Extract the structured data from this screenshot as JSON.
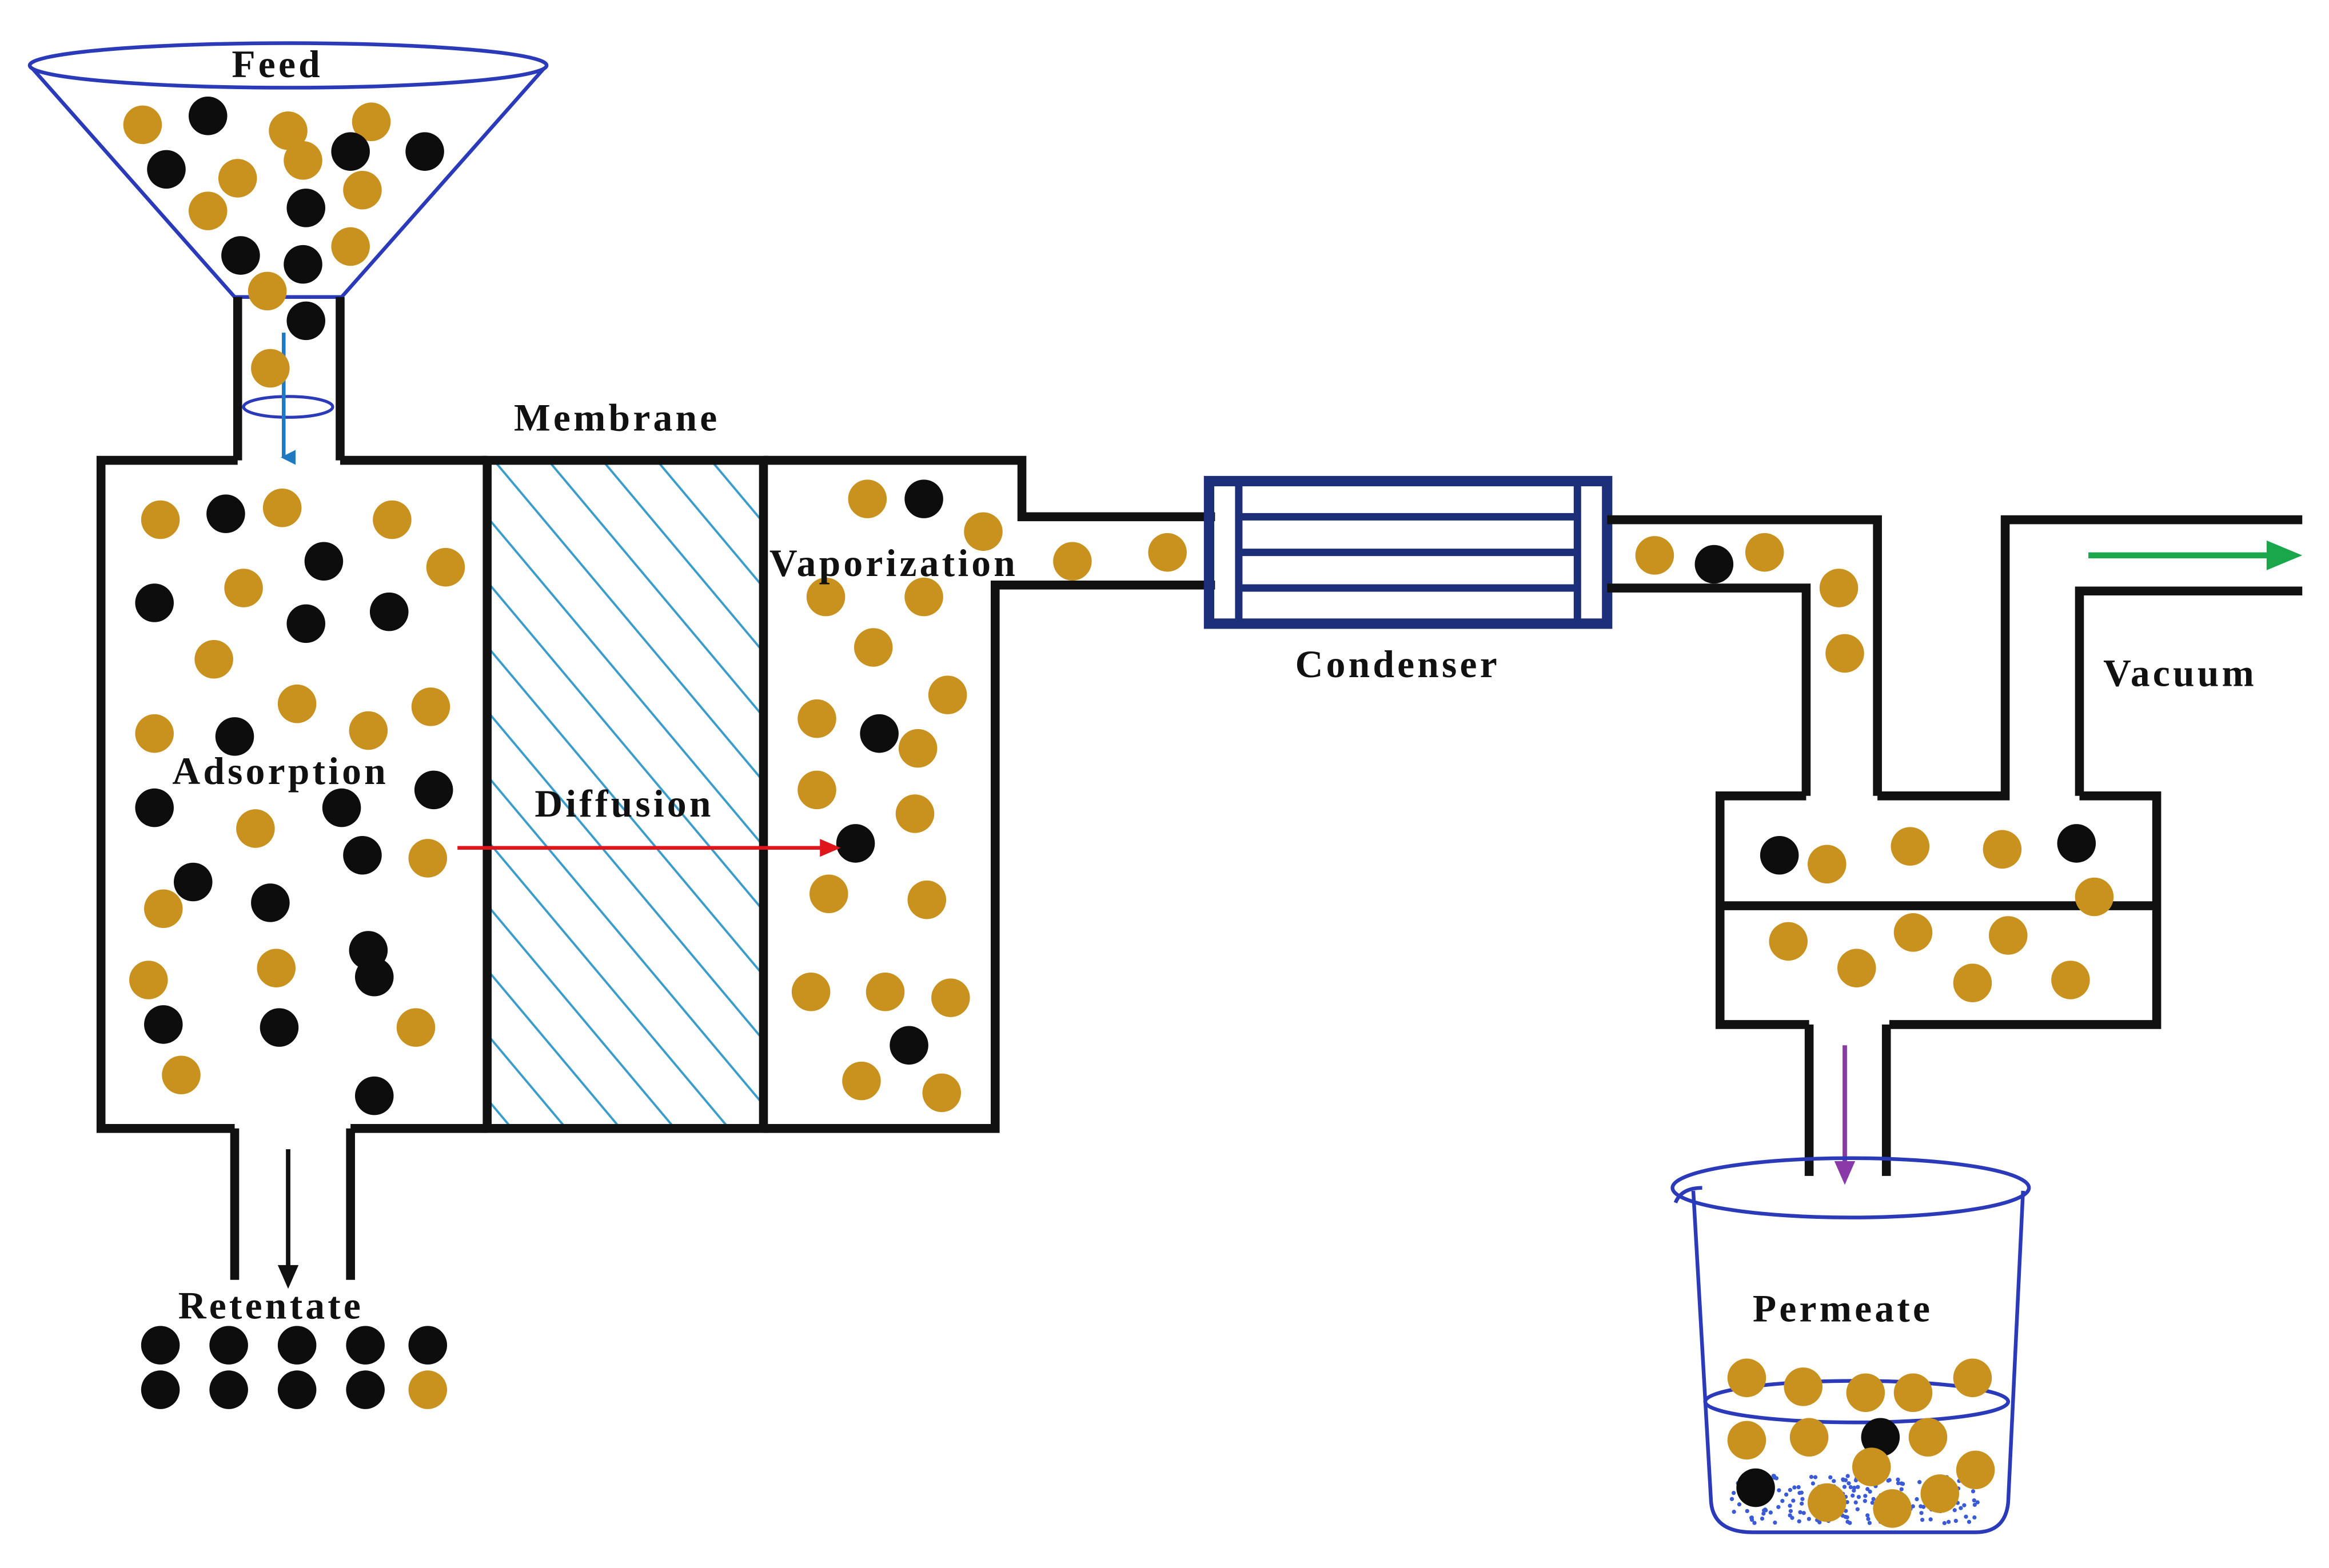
{
  "labels": {
    "feed": "Feed",
    "membrane": "Membrane",
    "vaporization": "Vaporization",
    "condenser": "Condenser",
    "vacuum": "Vacuum",
    "adsorption": "Adsorption",
    "diffusion": "Diffusion",
    "retentate": "Retentate",
    "permeate": "Permeate"
  },
  "colors": {
    "wall": "#111111",
    "particle_gold": "#c9921f",
    "particle_black": "#0d0d0d",
    "membrane_hatch": "#3a9cc9",
    "funnel_outline": "#2a3ab8",
    "condenser": "#1e2f7a",
    "arrow_feed": "#1f7ac2",
    "arrow_diffusion": "#e0141b",
    "arrow_vacuum": "#1aa64a",
    "arrow_permeate": "#8a3aa8",
    "beaker_dots": "#3a5ad6"
  }
}
